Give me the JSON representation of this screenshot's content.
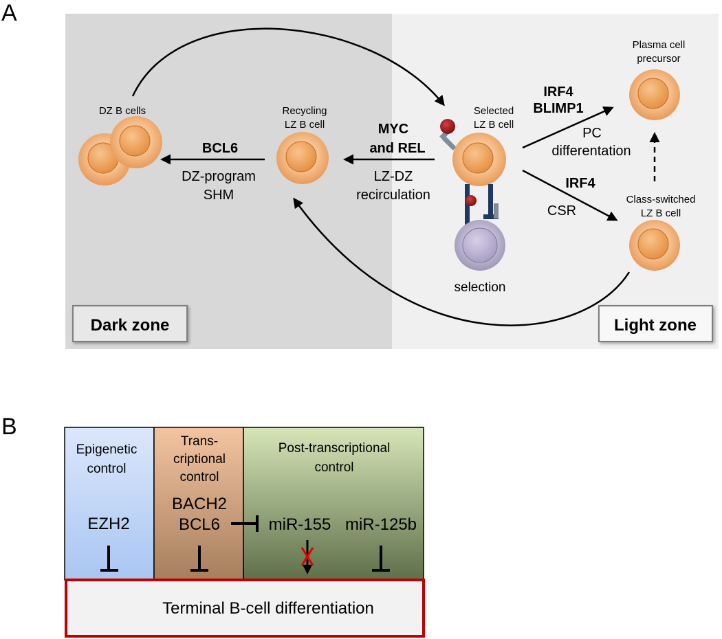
{
  "panel_a": {
    "label": "A",
    "dark_zone_label": "Dark zone",
    "light_zone_label": "Light zone",
    "cells": {
      "dz_b_cells": "DZ B cells",
      "recycling_line1": "Recycling",
      "recycling_line2": "LZ B cell",
      "selected_line1": "Selected",
      "selected_line2": "LZ B cell",
      "plasma_line1": "Plasma cell",
      "plasma_line2": "precursor",
      "class_switched_line1": "Class-switched",
      "class_switched_line2": "LZ B cell",
      "selection": "selection"
    },
    "arrows": {
      "bcl6": "BCL6",
      "dz_program": "DZ-program",
      "shm": "SHM",
      "myc": "MYC",
      "and_rel": "and REL",
      "lz_dz": "LZ-DZ",
      "recirculation": "recirculation",
      "irf4_top": "IRF4",
      "blimp1": "BLIMP1",
      "pc": "PC",
      "differentation": "differentation",
      "irf4_bottom": "IRF4",
      "csr": "CSR"
    }
  },
  "panel_b": {
    "label": "B",
    "epigenetic_line1": "Epigenetic",
    "epigenetic_line2": "control",
    "trans_line1": "Trans-",
    "trans_line2": "criptional",
    "trans_line3": "control",
    "post_line1": "Post-transcriptional",
    "post_line2": "control",
    "ezh2": "EZH2",
    "bach2": "BACH2",
    "bcl6": "BCL6",
    "mir155": "miR-155",
    "mir125b": "miR-125b",
    "terminal": "Terminal B-cell differentiation"
  },
  "colors": {
    "dark_zone_bg": "#d8d8d8",
    "light_zone_bg": "#f0f0f0",
    "cell_orange": "#f2a96a",
    "terminal_border": "#c00000"
  }
}
